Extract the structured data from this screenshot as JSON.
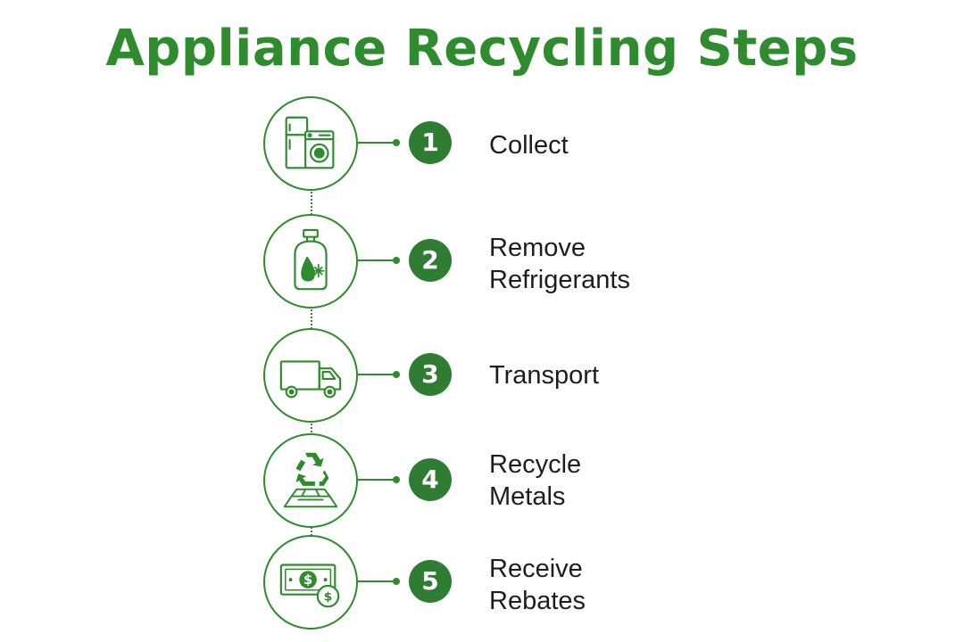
{
  "title": "Appliance Recycling Steps",
  "colors": {
    "accent": "#2e8b2e",
    "badge": "#2e7d32",
    "text": "#1e1e1e"
  },
  "steps": [
    {
      "number": "1",
      "lines": [
        "Collect"
      ],
      "icon": "appliances-icon"
    },
    {
      "number": "2",
      "lines": [
        "Remove",
        "Refrigerants"
      ],
      "icon": "refrigerant-tank-icon"
    },
    {
      "number": "3",
      "lines": [
        "Transport"
      ],
      "icon": "truck-icon"
    },
    {
      "number": "4",
      "lines": [
        "Recycle",
        "Metals"
      ],
      "icon": "recycle-metals-icon"
    },
    {
      "number": "5",
      "lines": [
        "Receive",
        "Rebates"
      ],
      "icon": "money-rebate-icon"
    }
  ]
}
